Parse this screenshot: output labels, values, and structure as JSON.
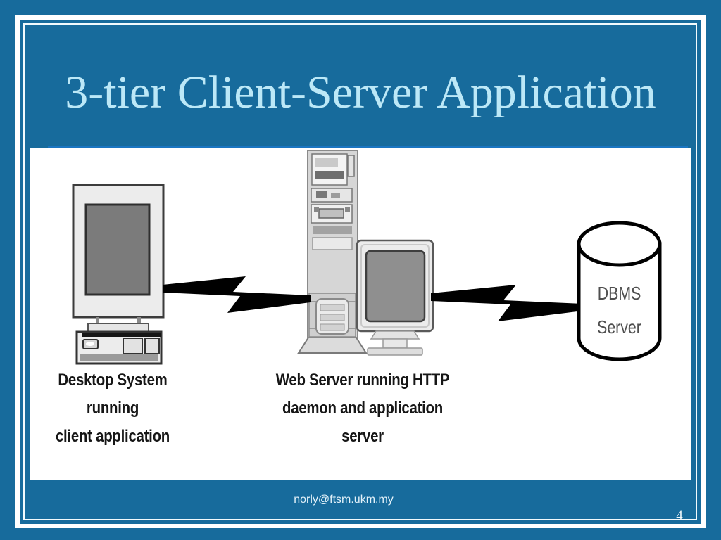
{
  "slide": {
    "title": "3-tier Client-Server Application",
    "footer_email": "norly@ftsm.ukm.my",
    "page_number": "4"
  },
  "diagram": {
    "desktop_label_line1": "Desktop System running",
    "desktop_label_line2": "client application",
    "web_label_line1": "Web Server running HTTP",
    "web_label_line2": "daemon and application server",
    "dbms_label_line1": "DBMS",
    "dbms_label_line2": "Server"
  },
  "icons": [
    "desktop-computer-icon",
    "server-tower-icon",
    "web-server-monitor-icon",
    "lightning-bolt-left-icon",
    "lightning-bolt-right-icon",
    "database-cylinder-icon"
  ],
  "colors": {
    "background": "#176b9c",
    "frame_border": "#ffffff",
    "title_text": "#bce8f7",
    "title_underline": "#1a75c1",
    "canvas": "#ffffff",
    "bolt": "#000000",
    "screen_gray": "#7b7b7b",
    "machine_gray": "#ececec"
  }
}
